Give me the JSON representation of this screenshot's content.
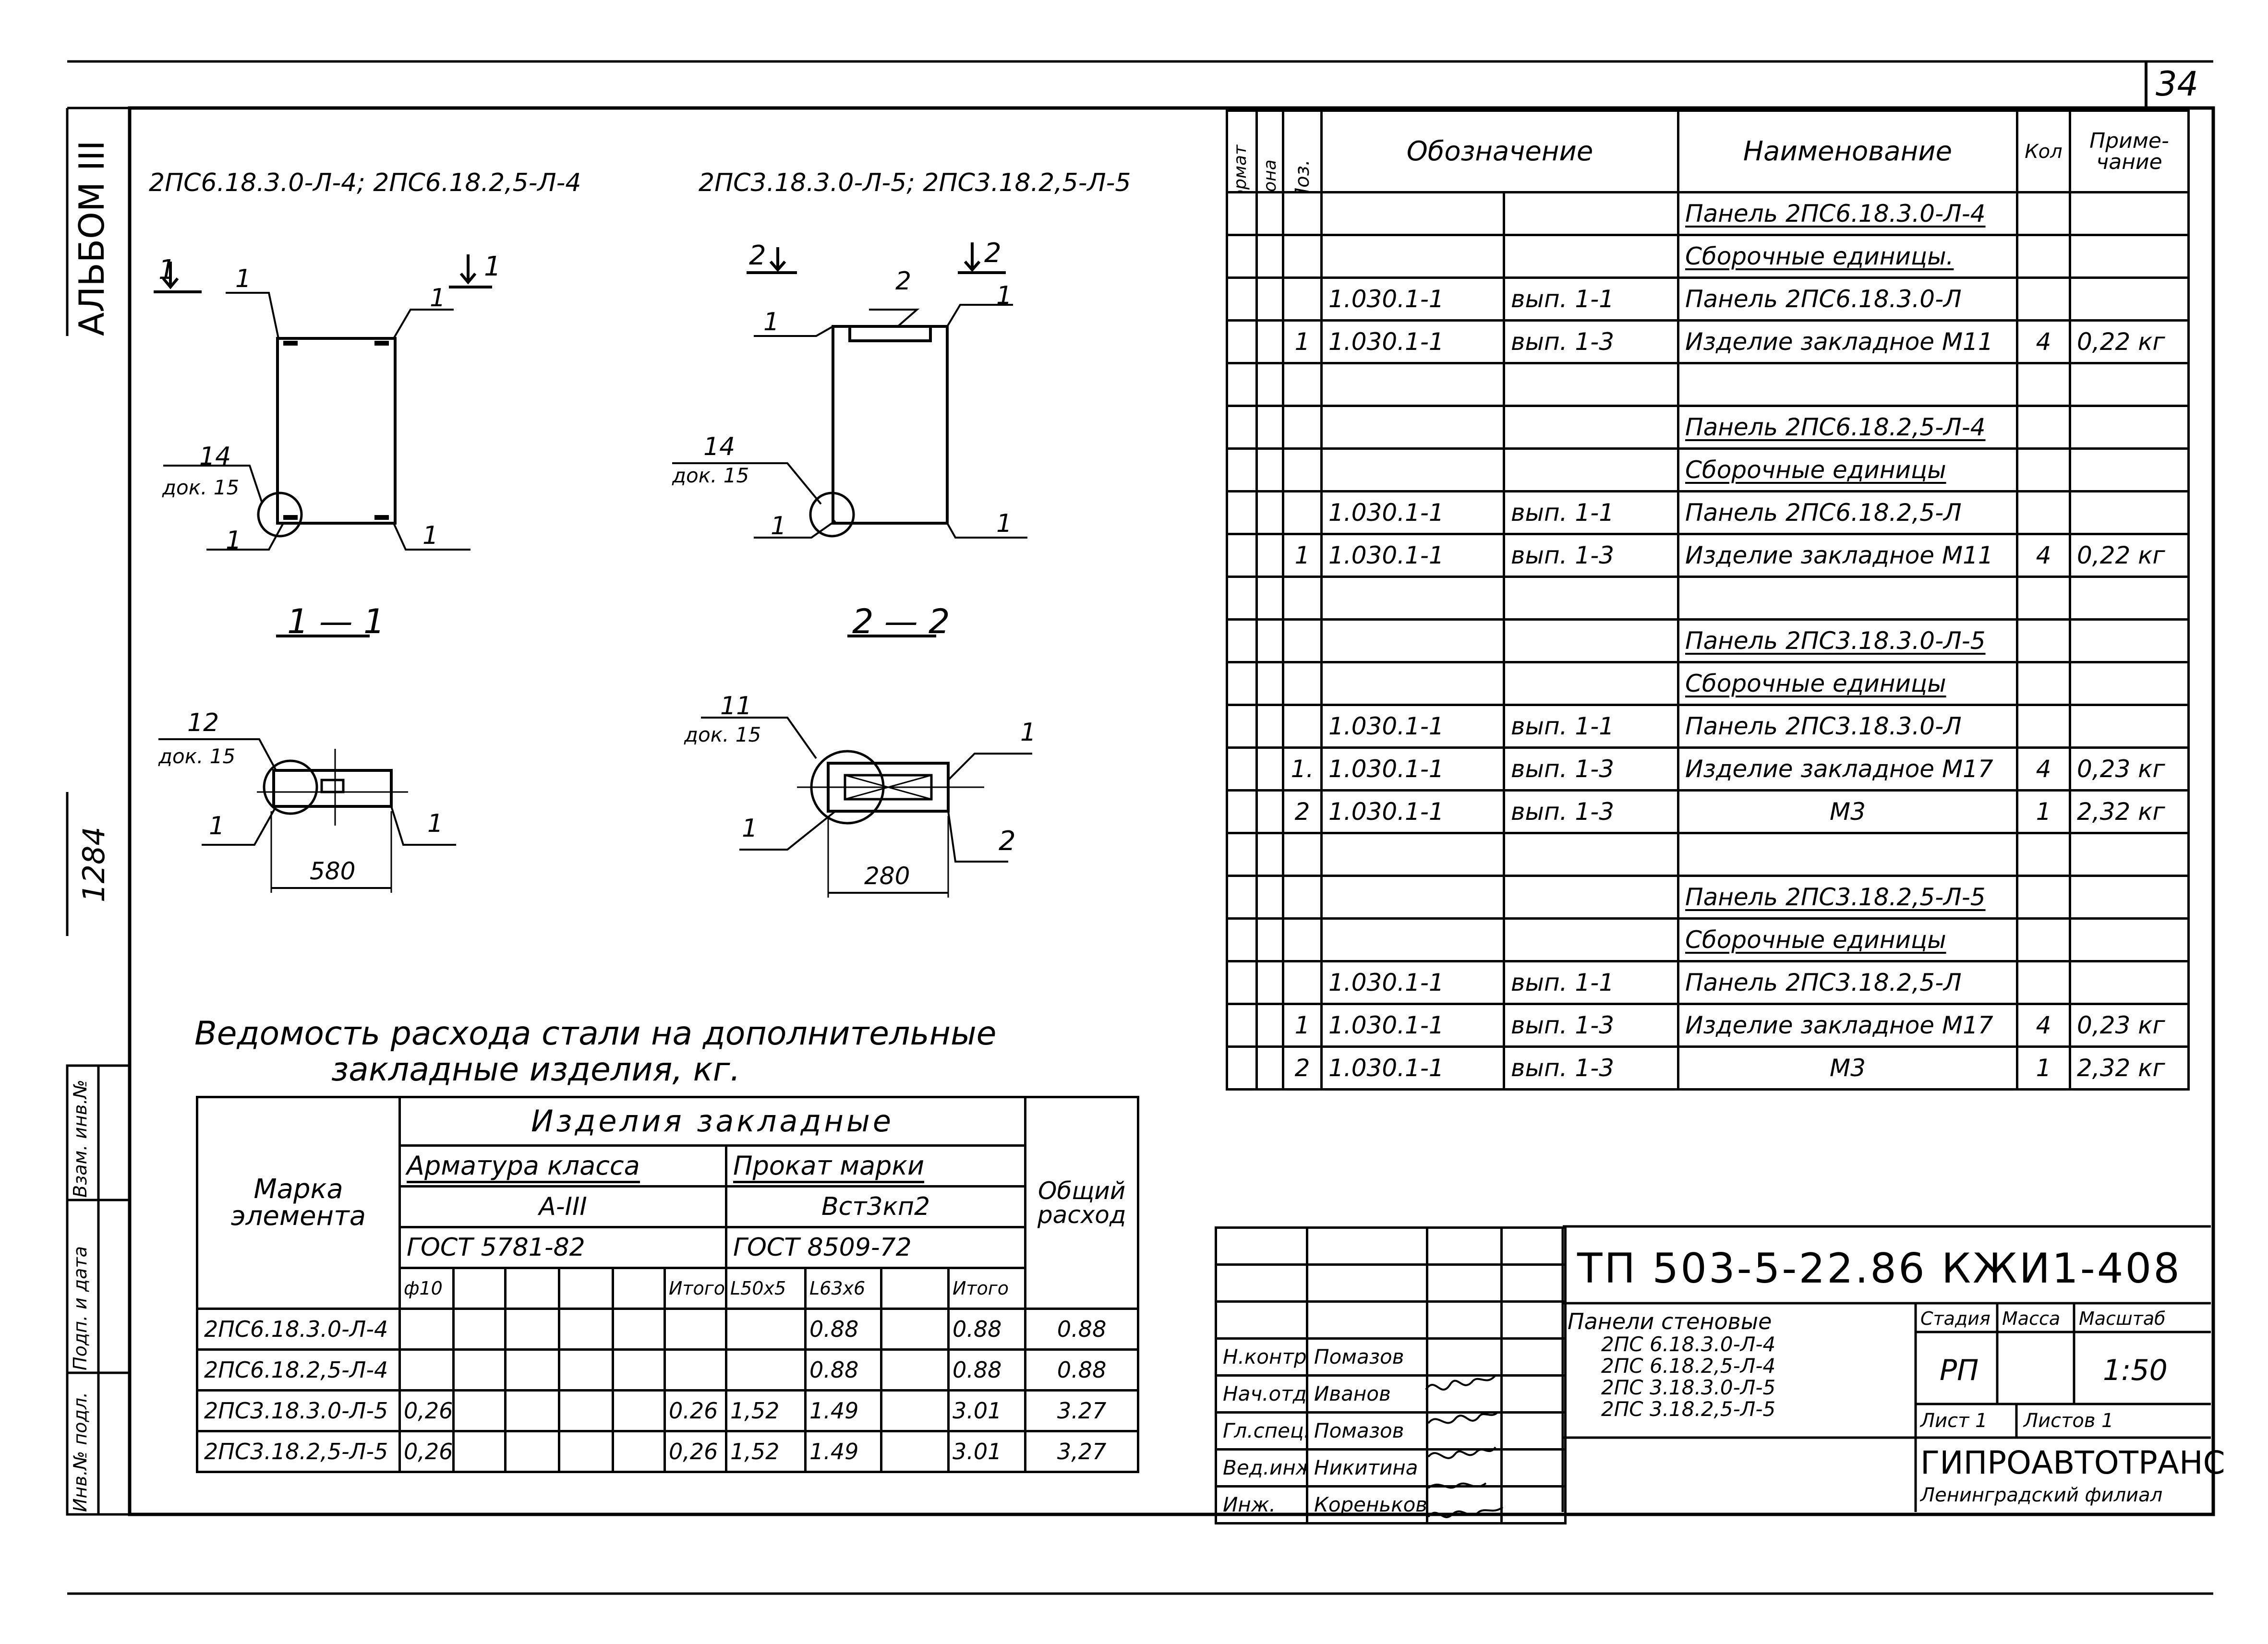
{
  "sheet": {
    "number": "34",
    "album": "АЛЬБОМ III",
    "inv_number": "1284",
    "side_stamp": [
      "Инв.№ подл.",
      "Подп. и дата",
      "Взам. инв.№"
    ]
  },
  "drawings": {
    "left_caption": "2ПС6.18.3.0-Л-4; 2ПС6.18.2,5-Л-4",
    "right_caption": "2ПС3.18.3.0-Л-5; 2ПС3.18.2,5-Л-5",
    "section_1_1": "1 — 1",
    "section_2_2": "2 — 2",
    "dim_580": "580",
    "dim_280": "280",
    "detail_14": "14",
    "detail_12": "12",
    "detail_11": "11",
    "doc_ref": "док. 15",
    "cut_1": "1",
    "cut_2": "2",
    "pos_1": "1",
    "pos_2": "2"
  },
  "spec": {
    "headers": [
      "Формат",
      "Зона",
      "Поз.",
      "Обозначение",
      "Наименование",
      "Кол",
      "Приме-\nчание"
    ],
    "rows": [
      {
        "fmt": "",
        "zone": "",
        "pos": "",
        "code": "",
        "var": "",
        "name": "Панель 2ПС6.18.3.0-Л-4",
        "qty": "",
        "note": "",
        "u": true
      },
      {
        "fmt": "",
        "zone": "",
        "pos": "",
        "code": "",
        "var": "",
        "name": "Сборочные единицы.",
        "qty": "",
        "note": "",
        "u": true
      },
      {
        "fmt": "",
        "zone": "",
        "pos": "",
        "code": "1.030.1-1",
        "var": "вып. 1-1",
        "name": "Панель 2ПС6.18.3.0-Л",
        "qty": "",
        "note": "",
        "u": false
      },
      {
        "fmt": "",
        "zone": "",
        "pos": "1",
        "code": "1.030.1-1",
        "var": "вып. 1-3",
        "name": "Изделие закладное М11",
        "qty": "4",
        "note": "0,22 кг",
        "u": false
      },
      {
        "fmt": "",
        "zone": "",
        "pos": "",
        "code": "",
        "var": "",
        "name": "",
        "qty": "",
        "note": "",
        "u": false
      },
      {
        "fmt": "",
        "zone": "",
        "pos": "",
        "code": "",
        "var": "",
        "name": "Панель 2ПС6.18.2,5-Л-4",
        "qty": "",
        "note": "",
        "u": true
      },
      {
        "fmt": "",
        "zone": "",
        "pos": "",
        "code": "",
        "var": "",
        "name": "Сборочные единицы",
        "qty": "",
        "note": "",
        "u": true
      },
      {
        "fmt": "",
        "zone": "",
        "pos": "",
        "code": "1.030.1-1",
        "var": "вып. 1-1",
        "name": "Панель 2ПС6.18.2,5-Л",
        "qty": "",
        "note": "",
        "u": false
      },
      {
        "fmt": "",
        "zone": "",
        "pos": "1",
        "code": "1.030.1-1",
        "var": "вып. 1-3",
        "name": "Изделие закладное М11",
        "qty": "4",
        "note": "0,22 кг",
        "u": false
      },
      {
        "fmt": "",
        "zone": "",
        "pos": "",
        "code": "",
        "var": "",
        "name": "",
        "qty": "",
        "note": "",
        "u": false
      },
      {
        "fmt": "",
        "zone": "",
        "pos": "",
        "code": "",
        "var": "",
        "name": "Панель 2ПС3.18.3.0-Л-5",
        "qty": "",
        "note": "",
        "u": true
      },
      {
        "fmt": "",
        "zone": "",
        "pos": "",
        "code": "",
        "var": "",
        "name": "Сборочные единицы",
        "qty": "",
        "note": "",
        "u": true
      },
      {
        "fmt": "",
        "zone": "",
        "pos": "",
        "code": "1.030.1-1",
        "var": "вып. 1-1",
        "name": "Панель 2ПС3.18.3.0-Л",
        "qty": "",
        "note": "",
        "u": false
      },
      {
        "fmt": "",
        "zone": "",
        "pos": "1.",
        "code": "1.030.1-1",
        "var": "вып. 1-3",
        "name": "Изделие закладное М17",
        "qty": "4",
        "note": "0,23 кг",
        "u": false
      },
      {
        "fmt": "",
        "zone": "",
        "pos": "2",
        "code": "1.030.1-1",
        "var": "вып. 1-3",
        "name": "М3",
        "qty": "1",
        "note": "2,32 кг",
        "u": false
      },
      {
        "fmt": "",
        "zone": "",
        "pos": "",
        "code": "",
        "var": "",
        "name": "",
        "qty": "",
        "note": "",
        "u": false
      },
      {
        "fmt": "",
        "zone": "",
        "pos": "",
        "code": "",
        "var": "",
        "name": "Панель 2ПС3.18.2,5-Л-5",
        "qty": "",
        "note": "",
        "u": true
      },
      {
        "fmt": "",
        "zone": "",
        "pos": "",
        "code": "",
        "var": "",
        "name": "Сборочные единицы",
        "qty": "",
        "note": "",
        "u": true
      },
      {
        "fmt": "",
        "zone": "",
        "pos": "",
        "code": "1.030.1-1",
        "var": "вып. 1-1",
        "name": "Панель 2ПС3.18.2,5-Л",
        "qty": "",
        "note": "",
        "u": false
      },
      {
        "fmt": "",
        "zone": "",
        "pos": "1",
        "code": "1.030.1-1",
        "var": "вып. 1-3",
        "name": "Изделие закладное М17",
        "qty": "4",
        "note": "0,23 кг",
        "u": false
      },
      {
        "fmt": "",
        "zone": "",
        "pos": "2",
        "code": "1.030.1-1",
        "var": "вып. 1-3",
        "name": "М3",
        "qty": "1",
        "note": "2,32 кг",
        "u": false
      }
    ]
  },
  "steel": {
    "title_line1": "Ведомость расхода стали на дополнительные",
    "title_line2": "закладные изделия, кг.",
    "col_mark": "Марка\nэлемента",
    "group": "Изделия закладные",
    "rebar_class": "Арматура класса",
    "rebar_grade": "А-III",
    "rebar_gost": "ГОСТ 5781-82",
    "rolled": "Прокат марки",
    "rolled_grade": "Вст3кп2",
    "rolled_gost": "ГОСТ 8509-72",
    "total": "Общий\nрасход",
    "sub_headers": [
      "ф10",
      "",
      "",
      "",
      "",
      "Итого",
      "L50x5",
      "L63x6",
      "",
      "Итого"
    ],
    "rows": [
      {
        "mark": "2ПС6.18.3.0-Л-4",
        "cells": [
          "",
          "",
          "",
          "",
          "",
          "",
          "",
          "0.88",
          "",
          "0.88"
        ],
        "total": "0.88"
      },
      {
        "mark": "2ПС6.18.2,5-Л-4",
        "cells": [
          "",
          "",
          "",
          "",
          "",
          "",
          "",
          "0.88",
          "",
          "0.88"
        ],
        "total": "0.88"
      },
      {
        "mark": "2ПС3.18.3.0-Л-5",
        "cells": [
          "0,26",
          "",
          "",
          "",
          "",
          "0.26",
          "1,52",
          "1.49",
          "",
          "3.01"
        ],
        "total": "3.27"
      },
      {
        "mark": "2ПС3.18.2,5-Л-5",
        "cells": [
          "0,26",
          "",
          "",
          "",
          "",
          "0,26",
          "1,52",
          "1.49",
          "",
          "3.01"
        ],
        "total": "3,27"
      }
    ]
  },
  "stamp": {
    "doc_code": "ТП 503-5-22.86 КЖИ1-408",
    "title_lines": [
      "Панели стеновые",
      "2ПС 6.18.3.0-Л-4",
      "2ПС 6.18.2,5-Л-4",
      "2ПС 3.18.3.0-Л-5",
      "2ПС 3.18.2,5-Л-5"
    ],
    "stage_label": "Стадия",
    "mass_label": "Масса",
    "scale_label": "Масштаб",
    "stage": "РП",
    "scale": "1:50",
    "sheet_label": "Лист 1",
    "sheets_label": "Листов 1",
    "org": "ГИПРОАВТОТРАНС",
    "org_branch": "Ленинградский филиал",
    "signers": [
      {
        "role": "Н.контр.",
        "name": "Помазов"
      },
      {
        "role": "Нач.отд.",
        "name": "Иванов"
      },
      {
        "role": "Гл.спец.",
        "name": "Помазов"
      },
      {
        "role": "Вед.инж.",
        "name": "Никитина"
      },
      {
        "role": "Инж.",
        "name": "Кореньков"
      }
    ]
  }
}
